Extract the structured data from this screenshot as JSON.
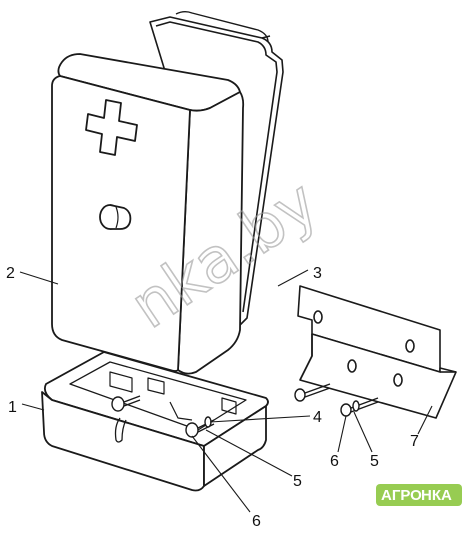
{
  "callouts": {
    "c1": "1",
    "c2": "2",
    "c3": "3",
    "c4": "4",
    "c5a": "5",
    "c5b": "5",
    "c6a": "6",
    "c6b": "6",
    "c7": "7"
  },
  "watermark": {
    "text": "nka.by"
  },
  "logo": {
    "part1": "АГРО",
    "part2": "НКА"
  },
  "colors": {
    "line": "#1a1a1a",
    "logo_green": "#8cc63f",
    "watermark": "#9a9a9a"
  }
}
